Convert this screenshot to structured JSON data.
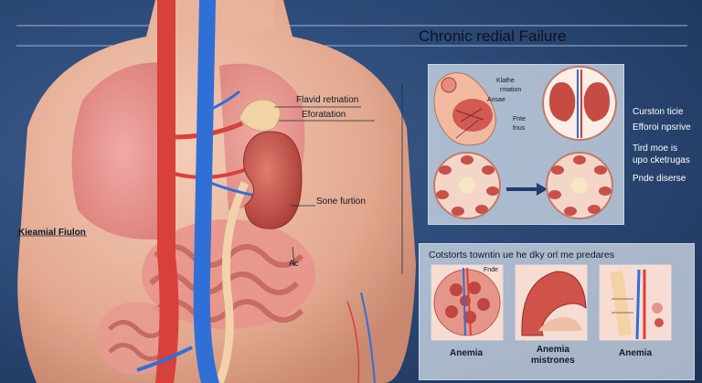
{
  "title": "Chronic redial Failure",
  "labels": {
    "fluid_retention": "Flavid retnation",
    "eforatation": "Eforatation",
    "sone_fution": "Sone furtion",
    "kieamial": "Kieamial Fiulon",
    "ac": "Ac"
  },
  "top_panel": {
    "callouts": {
      "klathe": "Klathe",
      "rmation": "rmation",
      "ansae": "Ansae",
      "fnte": "Fnte",
      "fnus": "fnus"
    }
  },
  "right_labels": {
    "curston": "Curston ticie",
    "efforoi": "Efforoi npsrive",
    "tird": "Tird moe is",
    "upo": "upo cketrugas",
    "pnde": "Pnde diserse"
  },
  "bottom_panel": {
    "title": "Cotstorts towntin ue he dky orl me predares",
    "fnde": "Fnde",
    "captions": [
      "Anemia",
      "Anemia\nmistrones",
      "Anemia"
    ]
  },
  "colors": {
    "artery": "#d8403c",
    "vein": "#2f6fd6",
    "kidney": "#c64b43",
    "background": "#2a4673",
    "panel": "#dde6f0"
  }
}
